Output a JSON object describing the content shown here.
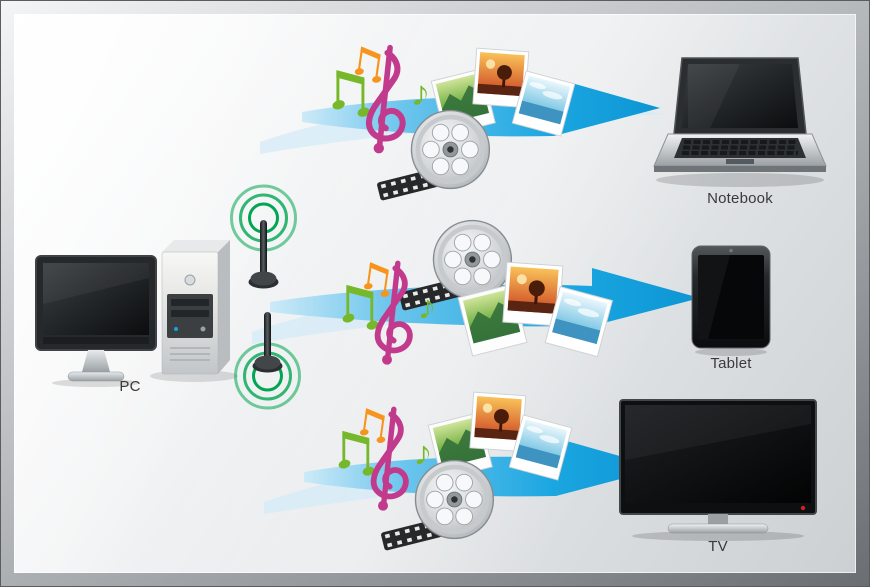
{
  "diagram": {
    "source": {
      "label": "PC"
    },
    "devices": [
      {
        "label": "Notebook"
      },
      {
        "label": "Tablet"
      },
      {
        "label": "TV"
      }
    ],
    "media_icons": [
      "music-notes-icon",
      "film-reel-icon",
      "photos-icon"
    ],
    "connection_icon": "wifi-waves-icon",
    "colors": {
      "arrow": "#14a3de",
      "arrow_tail": "#cdeaf8",
      "wifi_waves": "#00a651",
      "note_green": "#76b82a",
      "note_orange": "#f7941d",
      "clef_magenta": "#c13a8c",
      "label_text": "#3a3a3a"
    }
  }
}
